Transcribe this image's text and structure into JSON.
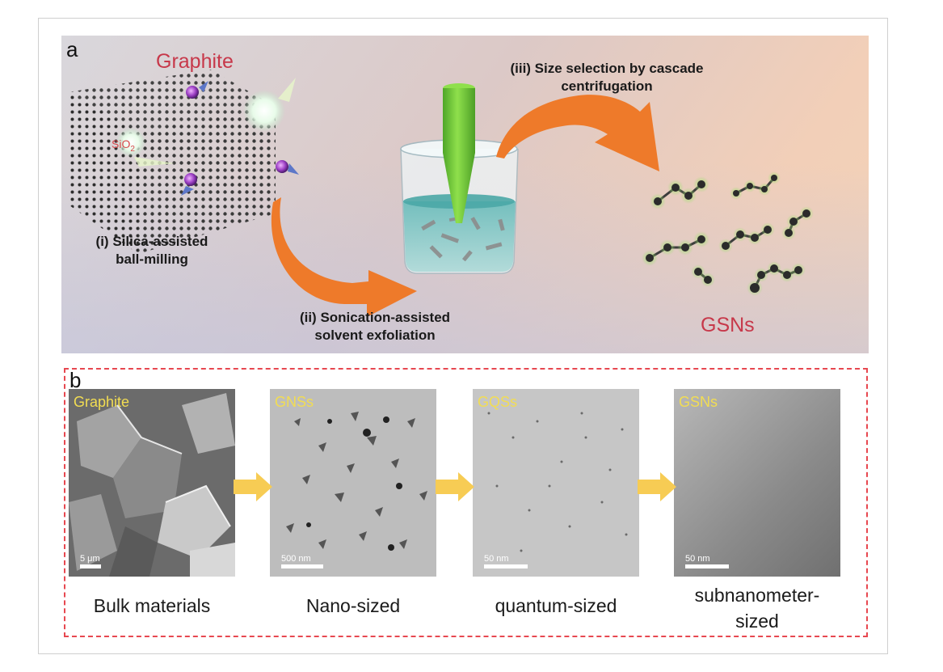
{
  "panel_a": {
    "letter": "a",
    "graphite_label": "Graphite",
    "sio2_base": "SiO",
    "sio2_sub": "2",
    "step1": "(i) Silica-assisted\nball-milling",
    "step2": "(ii) Sonication-assisted\nsolvent exfoliation",
    "step3": "(iii) Size selection by cascade\ncentrifugation",
    "product_label": "GSNs"
  },
  "panel_b": {
    "letter": "b",
    "images": [
      {
        "label": "Graphite",
        "scale": "5 μm",
        "caption": "Bulk materials"
      },
      {
        "label": "GNSs",
        "scale": "500 nm",
        "caption": "Nano-sized"
      },
      {
        "label": "GQSs",
        "scale": "50 nm",
        "caption": "quantum-sized"
      },
      {
        "label": "GSNs",
        "scale": "50 nm",
        "caption": "subnanometer-\nsized"
      }
    ]
  },
  "colors": {
    "orange_arrow": "#ee7a2a",
    "yellow_arrow": "#f7cc54",
    "red_label": "#c7384a",
    "yellow_label": "#f2dd52",
    "dashed_border": "#e74850",
    "cone_green": "#6fc93a"
  }
}
